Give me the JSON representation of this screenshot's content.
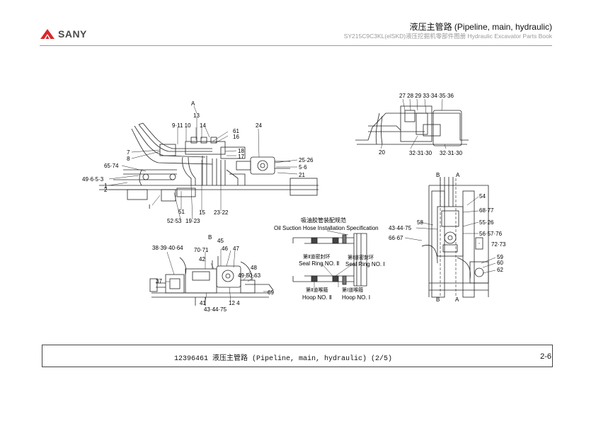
{
  "header": {
    "brand": "SANY",
    "title": "液压主管路 (Pipeline, main, hydraulic)",
    "subtitle": "SY215C9C3KL(elSKD)液压挖掘机零部件图册 Hydraulic Excavator Parts Book"
  },
  "drawing": {
    "view_a_label": "A",
    "view_b_label": "B",
    "section_i_label": "I",
    "callouts_left": [
      "13",
      "9·11 10",
      "14",
      "61",
      "16",
      "24",
      "7",
      "8",
      "18",
      "17",
      "65·74",
      "25·26",
      "5·6",
      "21",
      "49·6·5·3",
      "1",
      "2",
      "51",
      "15",
      "23·22",
      "52·53",
      "19·23"
    ],
    "callouts_top_right": [
      "27 28 29 33·34·35·36",
      "20",
      "32·31·30",
      "32·31·30"
    ],
    "callouts_right": [
      "B",
      "A",
      "54",
      "68·77",
      "58",
      "55·26",
      "56·57·76",
      "43·44·75",
      "66·67",
      "72·73",
      "59",
      "60",
      "62",
      "B",
      "A"
    ],
    "callouts_bottom_left": [
      "B",
      "45",
      "38·39·40·64",
      "70·71",
      "46",
      "47",
      "42",
      "48",
      "37",
      "49·50·63",
      "69",
      "41",
      "12 4",
      "43·44·75"
    ],
    "oil_suction_title_cn": "吸油胶管装配规范",
    "oil_suction_title_en": "Oil Suction Hose Installation Specification",
    "seal_ring_2_cn": "第Ⅱ道密封环",
    "seal_ring_2_en": "Seal Ring NO. Ⅱ",
    "seal_ring_1_cn": "第Ⅰ道密封环",
    "seal_ring_1_en": "Seal Ring NO. Ⅰ",
    "hoop_2_cn": "第Ⅱ道喉箍",
    "hoop_2_en": "Hoop NO. Ⅱ",
    "hoop_1_cn": "第Ⅰ道喉箍",
    "hoop_1_en": "Hoop NO. Ⅰ"
  },
  "footer": {
    "caption": "12396461 液压主管路 (Pipeline, main, hydraulic) (2/5)",
    "page": "2-6"
  },
  "colors": {
    "brand_red": "#d9262b",
    "rule": "#9a9a9a",
    "ink": "#222222"
  }
}
